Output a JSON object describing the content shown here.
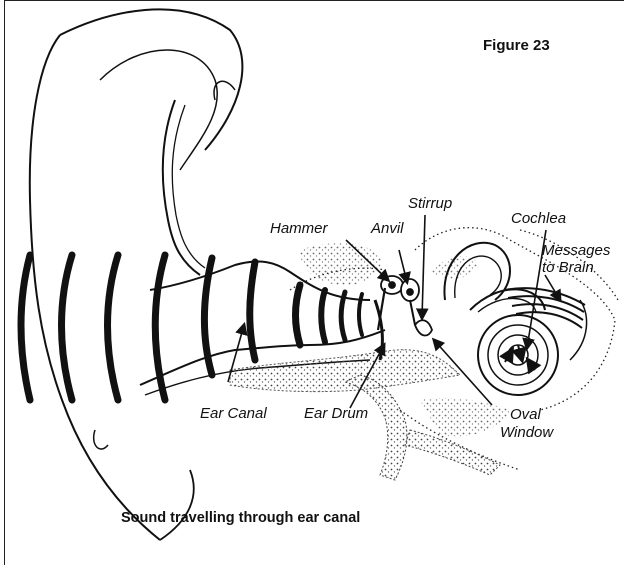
{
  "figure_label": "Figure 23",
  "caption": "Sound travelling through ear canal",
  "labels": {
    "hammer": "Hammer",
    "anvil": "Anvil",
    "stirrup": "Stirrup",
    "cochlea": "Cochlea",
    "messages_line1": "Messages",
    "messages_line2": "to Brain",
    "ear_canal": "Ear Canal",
    "ear_drum": "Ear Drum",
    "oval_line1": "Oval",
    "oval_line2": "Window"
  }
}
